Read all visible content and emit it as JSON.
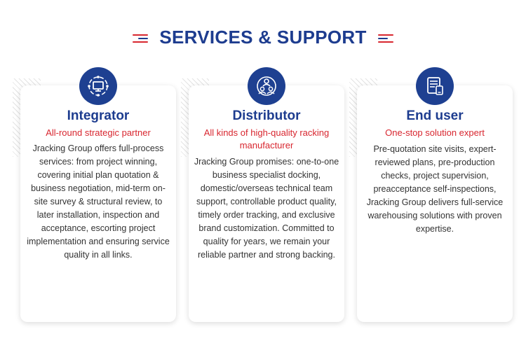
{
  "header": {
    "title": "SERVICES & SUPPORT"
  },
  "cards": [
    {
      "icon": "monitor-network-icon",
      "title": "Integrator",
      "subtitle": "All-round strategic partner",
      "body": "Jracking Group offers full-process services: from project winning, covering initial plan quotation & business negotiation, mid-term on-site survey & structural review, to later installation, inspection and acceptance, escorting project implementation and ensuring service quality in all links."
    },
    {
      "icon": "people-network-icon",
      "title": "Distributor",
      "subtitle": "All kinds of high-quality racking manufacturer",
      "body": "Jracking Group promises: one-to-one business specialist docking, domestic/overseas technical team support, controllable product quality, timely order tracking, and exclusive brand customization. Committed to quality for years, we remain your reliable partner and strong backing."
    },
    {
      "icon": "document-device-icon",
      "title": "End user",
      "subtitle": "One-stop solution expert",
      "body": "Pre-quotation site visits, expert-reviewed plans, pre-production checks, project supervision, preacceptance self-inspections, Jracking Group delivers full-service warehousing solutions with proven expertise."
    }
  ],
  "colors": {
    "brand_blue": "#1d3c8f",
    "accent_red": "#d8262f"
  }
}
